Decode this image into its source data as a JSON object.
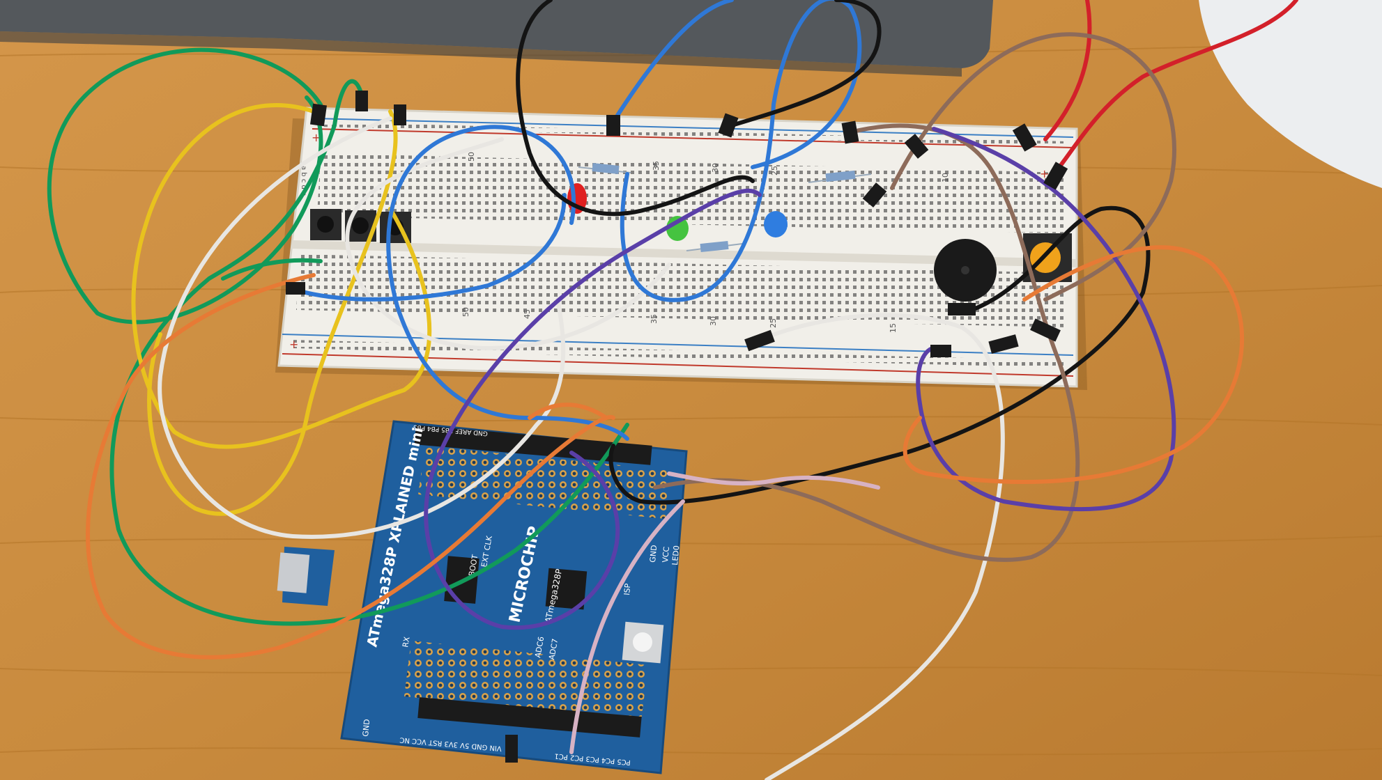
{
  "colors": {
    "desk": "#c98b3e",
    "desk_dark": "#a86a28",
    "laptop": "#54585c",
    "breadboard": "#f1efe9",
    "rail_red": "#c0392b",
    "rail_blue": "#3b7fc4",
    "pcb": "#1f5f9e",
    "pcb_dark": "#174a7c",
    "header": "#1b1b1b",
    "wire_green": "#119a5a",
    "wire_yellow": "#e8c21e",
    "wire_white": "#e8e6e2",
    "wire_blue": "#2f78d6",
    "wire_black": "#141414",
    "wire_red": "#d3202a",
    "wire_brown": "#8d6b5a",
    "wire_purple": "#5a3fa8",
    "wire_orange": "#e77a35",
    "wire_pink": "#d7b2c4",
    "led_red": "#e02020",
    "led_green": "#45c340",
    "led_blue": "#2f7de0",
    "button_cap": "#f0a21b",
    "buzzer": "#1a1a1a"
  },
  "breadboard": {
    "plus": "+",
    "minus": "-",
    "numbers_top": [
      "50",
      "35",
      "30",
      "25",
      "10"
    ],
    "numbers_bottom": [
      "50",
      "45",
      "35",
      "30",
      "25",
      "15"
    ],
    "letters": "a b c d e"
  },
  "board": {
    "brand": "MICROCHIP",
    "chip": "ATmega328P",
    "name": "ATmega328P XPLAINED mini",
    "labels": {
      "gnd": "GND",
      "vcc": "VCC",
      "isp": "ISP",
      "led0": "LED0",
      "adc6": "ADC6",
      "adc7": "ADC7",
      "rx": "RX",
      "ext_clk": "EXT CLK",
      "boot": "BOOT",
      "bottom_header": "VIN GND 5V 3V3 RST VCC NC",
      "bottom_right": "PC5 PC4 PC3 PC2 PC1",
      "top_header": "GND AREF PB5 PB4 PB3"
    }
  }
}
